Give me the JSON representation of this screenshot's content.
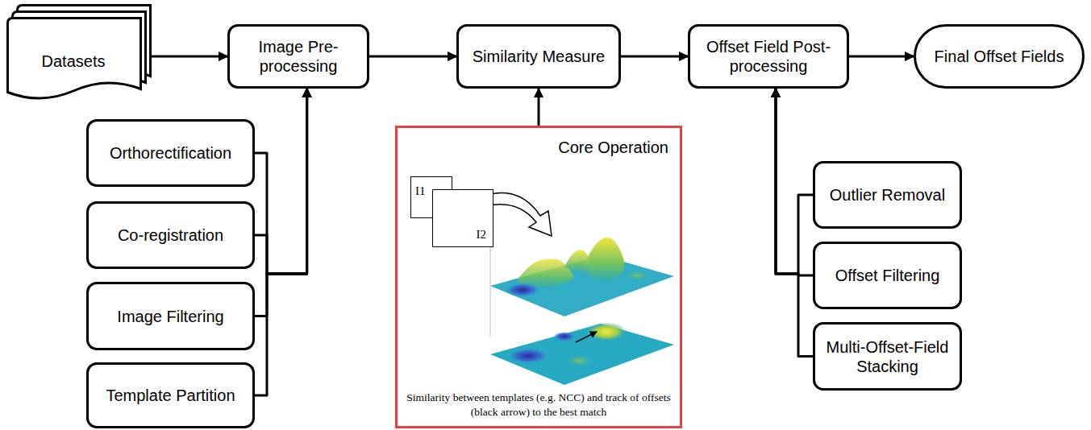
{
  "diagram": {
    "nodes": [
      {
        "text": [
          "Datasets"
        ]
      },
      {
        "text": [
          "Image Pre-processing"
        ]
      },
      {
        "text": [
          "Similarity Measure"
        ]
      },
      {
        "text": [
          "Offset Field Post-processing"
        ]
      },
      {
        "text": [
          "Final Offset Fields"
        ]
      },
      {
        "text": [
          "Orthorectification"
        ]
      },
      {
        "text": [
          "Co-registration"
        ]
      },
      {
        "text": [
          "Image Filtering"
        ]
      },
      {
        "text": [
          "Template Partition"
        ]
      },
      {
        "text": [
          "Core Operation",
          "Similarity between templates (e.g. NCC) and track of offsets (black arrow) to the best match"
        ]
      },
      {
        "text": [
          "I1"
        ],
        "in": 9
      },
      {
        "text": [
          "I2"
        ],
        "in": 9
      },
      {
        "text": [
          "Outlier Removal"
        ]
      },
      {
        "text": [
          "Offset Filtering"
        ]
      },
      {
        "text": [
          "Multi-Offset-Field Stacking"
        ]
      }
    ],
    "edges": [
      {
        "from": 0,
        "to": 1,
        "arrow": "to"
      },
      {
        "from": 1,
        "to": 2,
        "arrow": "to"
      },
      {
        "from": 2,
        "to": 3,
        "arrow": "to"
      },
      {
        "from": 3,
        "to": 4,
        "arrow": "to"
      },
      {
        "from": 5,
        "to": 1,
        "arrow": "to"
      },
      {
        "from": 6,
        "to": 1,
        "arrow": "to"
      },
      {
        "from": 7,
        "to": 1,
        "arrow": "to"
      },
      {
        "from": 8,
        "to": 1,
        "arrow": "to"
      },
      {
        "from": 9,
        "to": 2,
        "arrow": "to"
      },
      {
        "from": 12,
        "to": 3,
        "arrow": "to"
      },
      {
        "from": 13,
        "to": 3,
        "arrow": "to"
      },
      {
        "from": 14,
        "to": 3,
        "arrow": "to"
      }
    ]
  }
}
